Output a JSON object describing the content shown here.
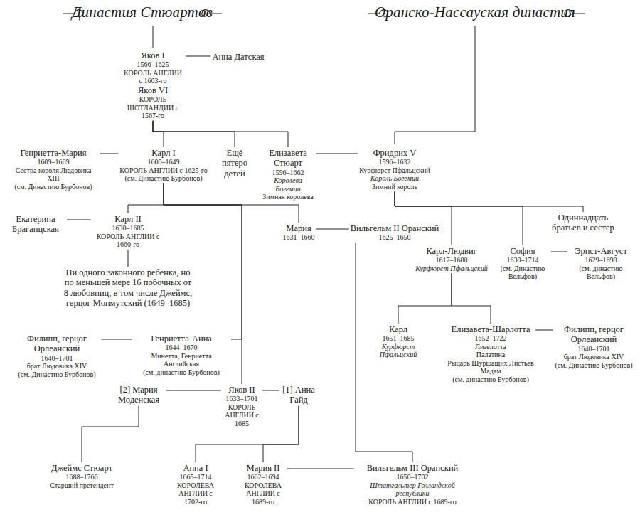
{
  "diagram": {
    "nodes": [
      {
        "text": [
          "Яков I",
          "1566–1625",
          "КОРОЛЬ АНГЛИИ с 1603-го",
          "Яков VI",
          "КОРОЛЬ ШОТЛАНДИИ с 1567-го"
        ]
      },
      {
        "text": [
          "Анна Датская"
        ]
      },
      {
        "text": [
          "Генриетта-Мария",
          "1609–1669",
          "Сестра короля Людовика XIII",
          "(см. Династию Бурбонов)"
        ]
      },
      {
        "text": [
          "Карл I",
          "1600–1649",
          "КОРОЛЬ АНГЛИИ с 1625-го",
          "(см. Династию Бурбонов)"
        ]
      },
      {
        "text": [
          "Ещё пятеро детей"
        ]
      },
      {
        "text": [
          "Елизавета Стюарт",
          "1596–1662",
          "Королева Богемии",
          "Зимняя королева"
        ]
      },
      {
        "text": [
          "Фридрих V",
          "1596–1632",
          "Курфюрст Пфальцский",
          "Король Богемии",
          "Зимний король"
        ]
      },
      {
        "text": [
          "Екатерина Браганцская"
        ]
      },
      {
        "text": [
          "Карл II",
          "1630–1685",
          "КОРОЛЬ АНГЛИИ с 1660-го"
        ]
      },
      {
        "text": [
          "Ни одного законного ребенка, но по меньшей мере 16 побочных от 8 любовниц, в том числе Джеймс, герцог Монмутский (1649–1685)"
        ]
      },
      {
        "text": [
          "Мария",
          "1631–1660"
        ]
      },
      {
        "text": [
          "Вильгельм II Оранский",
          "1625–1650"
        ]
      },
      {
        "text": [
          "Карл-Людвиг",
          "1617–1680",
          "Курфюрст Пфальцский"
        ]
      },
      {
        "text": [
          "София",
          "1630–1714",
          "(см. Династию Вельфов)"
        ]
      },
      {
        "text": [
          "Эрнст-Август",
          "1629–1698",
          "(см. династию Вельфов)"
        ]
      },
      {
        "text": [
          "Одиннадцать братьев и сестёр"
        ]
      },
      {
        "text": [
          "Филипп, герцог Орлеанский",
          "1640–1701",
          "брат Людовика XIV",
          "(см. Династию Бурбонов)"
        ]
      },
      {
        "text": [
          "Генриетта-Анна",
          "1644–1670",
          "Минетта, Генриетта Английская",
          "(см. династию Бурбонов)"
        ]
      },
      {
        "text": [
          "Карл",
          "1651–1685",
          "Курфюрст Пфальцский"
        ]
      },
      {
        "text": [
          "Елизавета-Шарлотта",
          "1652–1722",
          "Лизелотта",
          "Палатина",
          "Рыцарь Шуршащих Листьев",
          "Мадам",
          "(см. династию Бурбонов)"
        ]
      },
      {
        "text": [
          "Филипп, герцог Орлеанский",
          "1640–1701",
          "брат Людовика XIV",
          "(см. Династию Бурбонов)"
        ]
      },
      {
        "text": [
          "[2] Мария Моденская"
        ]
      },
      {
        "text": [
          "Яков II",
          "1633–1701",
          "КОРОЛЬ АНГЛИИ с 1685"
        ]
      },
      {
        "text": [
          "[1] Анна Гайд"
        ]
      },
      {
        "text": [
          "Джеймс Стюарт",
          "1688–1766",
          "Старший претендент"
        ]
      },
      {
        "text": [
          "Анна I",
          "1665–1714",
          "КОРОЛЕВА АНГЛИИ с 1702-го"
        ]
      },
      {
        "text": [
          "Мария II",
          "1662–1694",
          "КОРОЛЕВА АНГЛИИ с 1689-го"
        ]
      },
      {
        "text": [
          "Вильгельм III Оранский",
          "1650–1702",
          "Штатгальтер Голландской республики",
          "КОРОЛЬ АНГЛИИ с 1689-го"
        ]
      }
    ],
    "edges": [
      {
        "from": 0,
        "to": 1,
        "arrow": "none"
      },
      {
        "from": 0,
        "to": 3,
        "arrow": "none"
      },
      {
        "from": 0,
        "to": 4,
        "arrow": "none"
      },
      {
        "from": 0,
        "to": 5,
        "arrow": "none"
      },
      {
        "from": 2,
        "to": 3,
        "arrow": "none"
      },
      {
        "from": 5,
        "to": 6,
        "arrow": "none"
      },
      {
        "from": 3,
        "to": 8,
        "arrow": "none"
      },
      {
        "from": 3,
        "to": 10,
        "arrow": "none"
      },
      {
        "from": 3,
        "to": 17,
        "arrow": "none"
      },
      {
        "from": 3,
        "to": 22,
        "arrow": "none"
      },
      {
        "from": 6,
        "to": 12,
        "arrow": "none"
      },
      {
        "from": 6,
        "to": 13,
        "arrow": "none"
      },
      {
        "from": 6,
        "to": 15,
        "arrow": "none"
      },
      {
        "from": 7,
        "to": 8,
        "arrow": "none"
      },
      {
        "from": 8,
        "to": 9,
        "arrow": "none"
      },
      {
        "from": 10,
        "to": 11,
        "arrow": "none"
      },
      {
        "from": 11,
        "to": 27,
        "arrow": "none"
      },
      {
        "from": 12,
        "to": 18,
        "arrow": "none"
      },
      {
        "from": 12,
        "to": 19,
        "arrow": "none"
      },
      {
        "from": 13,
        "to": 14,
        "arrow": "none"
      },
      {
        "from": 16,
        "to": 17,
        "arrow": "none"
      },
      {
        "from": 19,
        "to": 20,
        "arrow": "none"
      },
      {
        "from": 21,
        "to": 22,
        "arrow": "none"
      },
      {
        "from": 22,
        "to": 23,
        "arrow": "none"
      },
      {
        "from": 21,
        "to": 24,
        "arrow": "none"
      },
      {
        "from": 23,
        "to": 25,
        "arrow": "none"
      },
      {
        "from": 23,
        "to": 26,
        "arrow": "none"
      },
      {
        "from": 26,
        "to": 27,
        "arrow": "none"
      }
    ],
    "labels": [
      "Династия Стюартов",
      "Оранско-Нассауская династия"
    ]
  }
}
